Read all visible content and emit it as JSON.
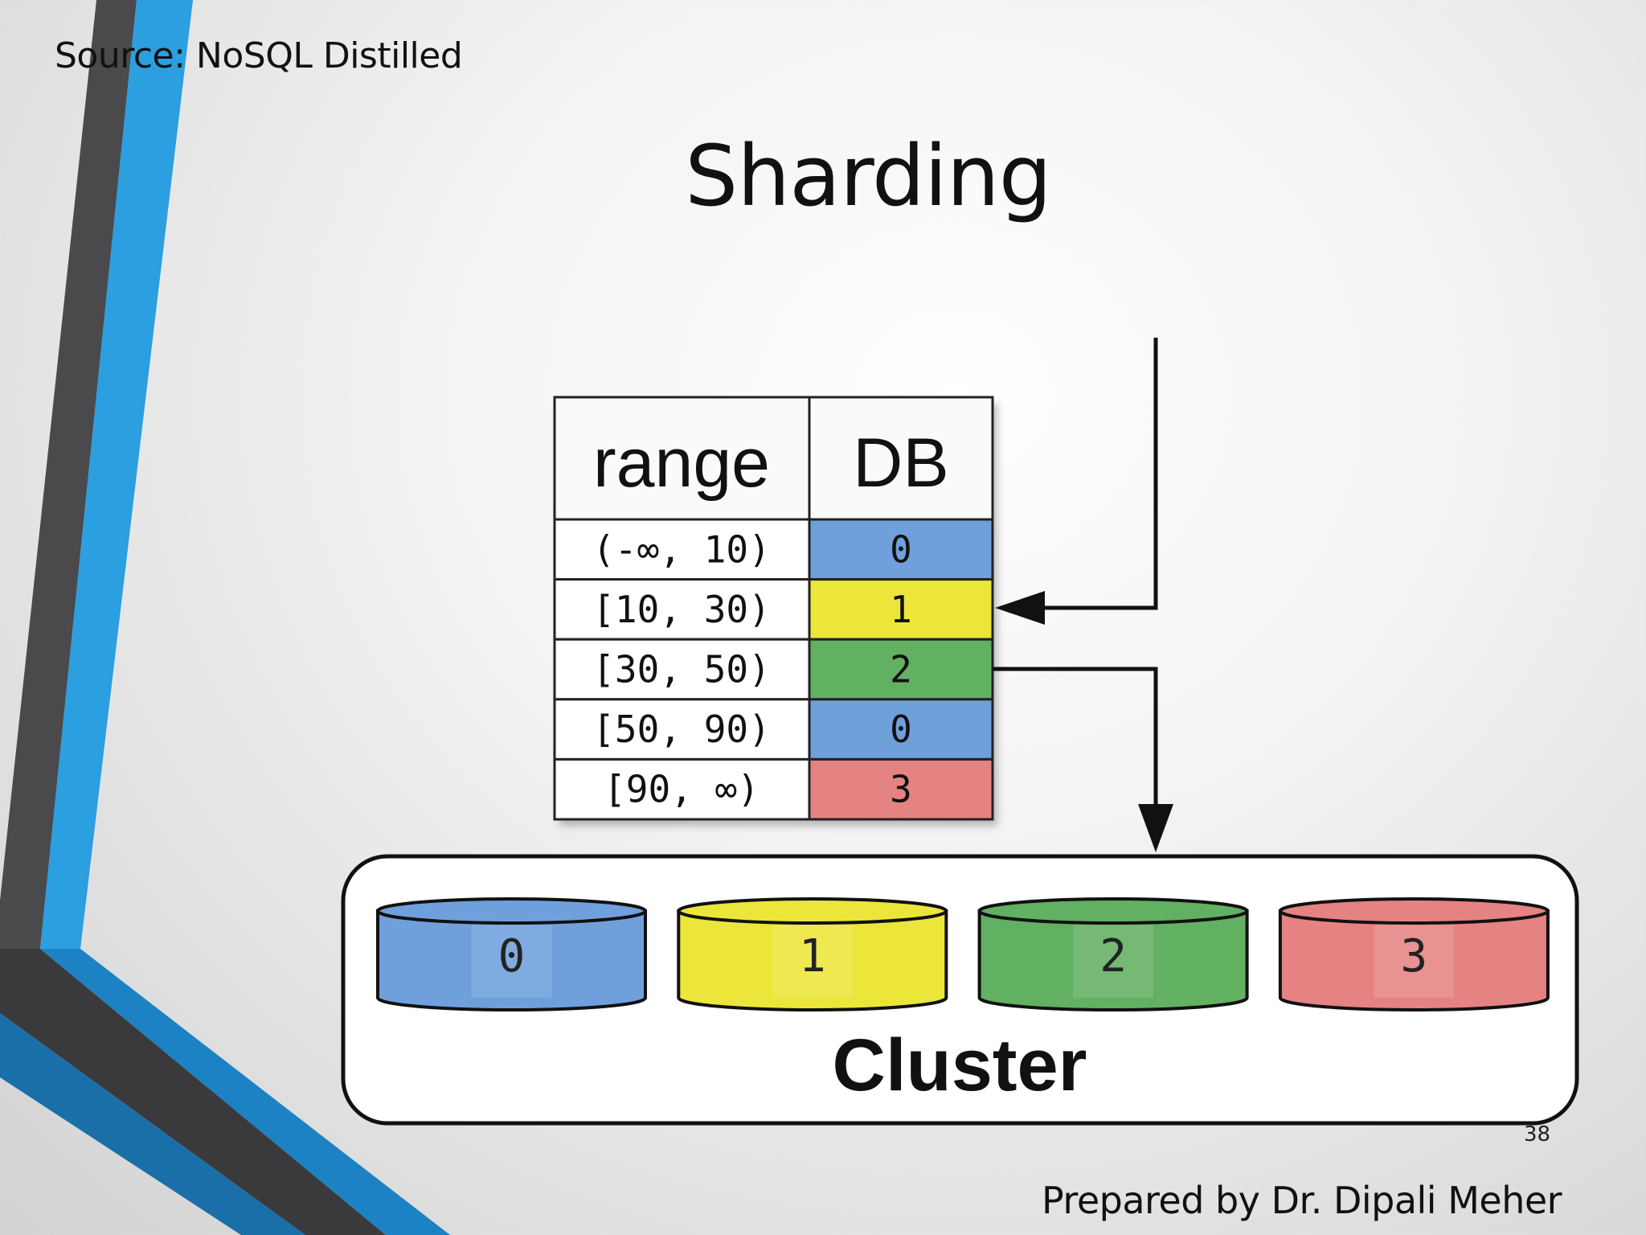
{
  "slide": {
    "source": "Source: NoSQL Distilled",
    "title": "Sharding",
    "page_number": "38",
    "footer": "Prepared by Dr. Dipali Meher"
  },
  "diagram": {
    "table": {
      "headers": [
        "range",
        "DB"
      ],
      "rows": [
        {
          "range": "(-∞, 10)",
          "db": "0",
          "color": "#6fa0dc"
        },
        {
          "range": "[10, 30)",
          "db": "1",
          "color": "#ece63a"
        },
        {
          "range": "[30, 50)",
          "db": "2",
          "color": "#62b062"
        },
        {
          "range": "[50, 90)",
          "db": "0",
          "color": "#6fa0dc"
        },
        {
          "range": "[90, ∞)",
          "db": "3",
          "color": "#e58382"
        }
      ]
    },
    "cluster": {
      "label": "Cluster",
      "databases": [
        {
          "label": "0",
          "color": "#6fa0dc"
        },
        {
          "label": "1",
          "color": "#ece63a"
        },
        {
          "label": "2",
          "color": "#62b062"
        },
        {
          "label": "3",
          "color": "#e58382"
        }
      ]
    }
  }
}
